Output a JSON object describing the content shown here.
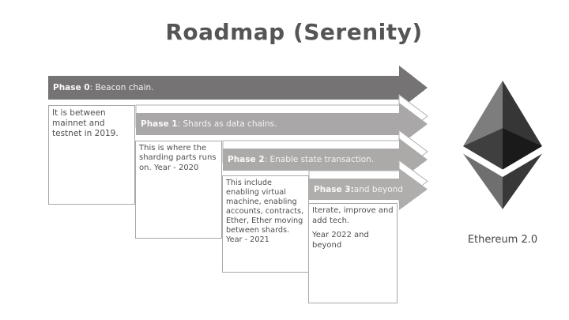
{
  "slide": {
    "title": "Roadmap (Serenity)"
  },
  "phases": [
    {
      "bold": "Phase 0",
      "rest": ": Beacon chain.",
      "notes": [
        "It is between mainnet and testnet in 2019."
      ]
    },
    {
      "bold": "Phase 1",
      "rest": ": Shards as data chains.",
      "notes": [
        "This is where the sharding parts runs on. Year - 2020"
      ]
    },
    {
      "bold": "Phase 2",
      "rest": ": Enable state transaction.",
      "notes": [
        "This include enabling virtual machine, enabling accounts, contracts, Ether, Ether moving between shards. Year - 2021"
      ]
    },
    {
      "bold": "Phase 3:",
      "rest": " and beyond",
      "notes": [
        "Iterate, improve and add tech.",
        "Year 2022 and beyond"
      ]
    }
  ],
  "logo": {
    "caption": "Ethereum 2.0"
  },
  "colors": {
    "arrow0": "#757374",
    "arrow1": "#a9a7a8",
    "arrow2": "#acaaa8",
    "arrow3": "#b0aeac",
    "ghost_fill": "#ffffff",
    "ghost_stroke": "#b3b1b1",
    "box_border": "#a9a7a7",
    "box_text": "#4e4e4e",
    "bar_text": "#f4f2f1",
    "title_text": "#555555",
    "eth_top_right": "#363636",
    "eth_top_left": "#7d7d7d",
    "eth_mid_right": "#1a1a1a",
    "eth_mid_left": "#3f3f3f",
    "eth_bottom_right": "#383838",
    "eth_bottom_left": "#6f6f6f",
    "caption_text": "#454545"
  }
}
